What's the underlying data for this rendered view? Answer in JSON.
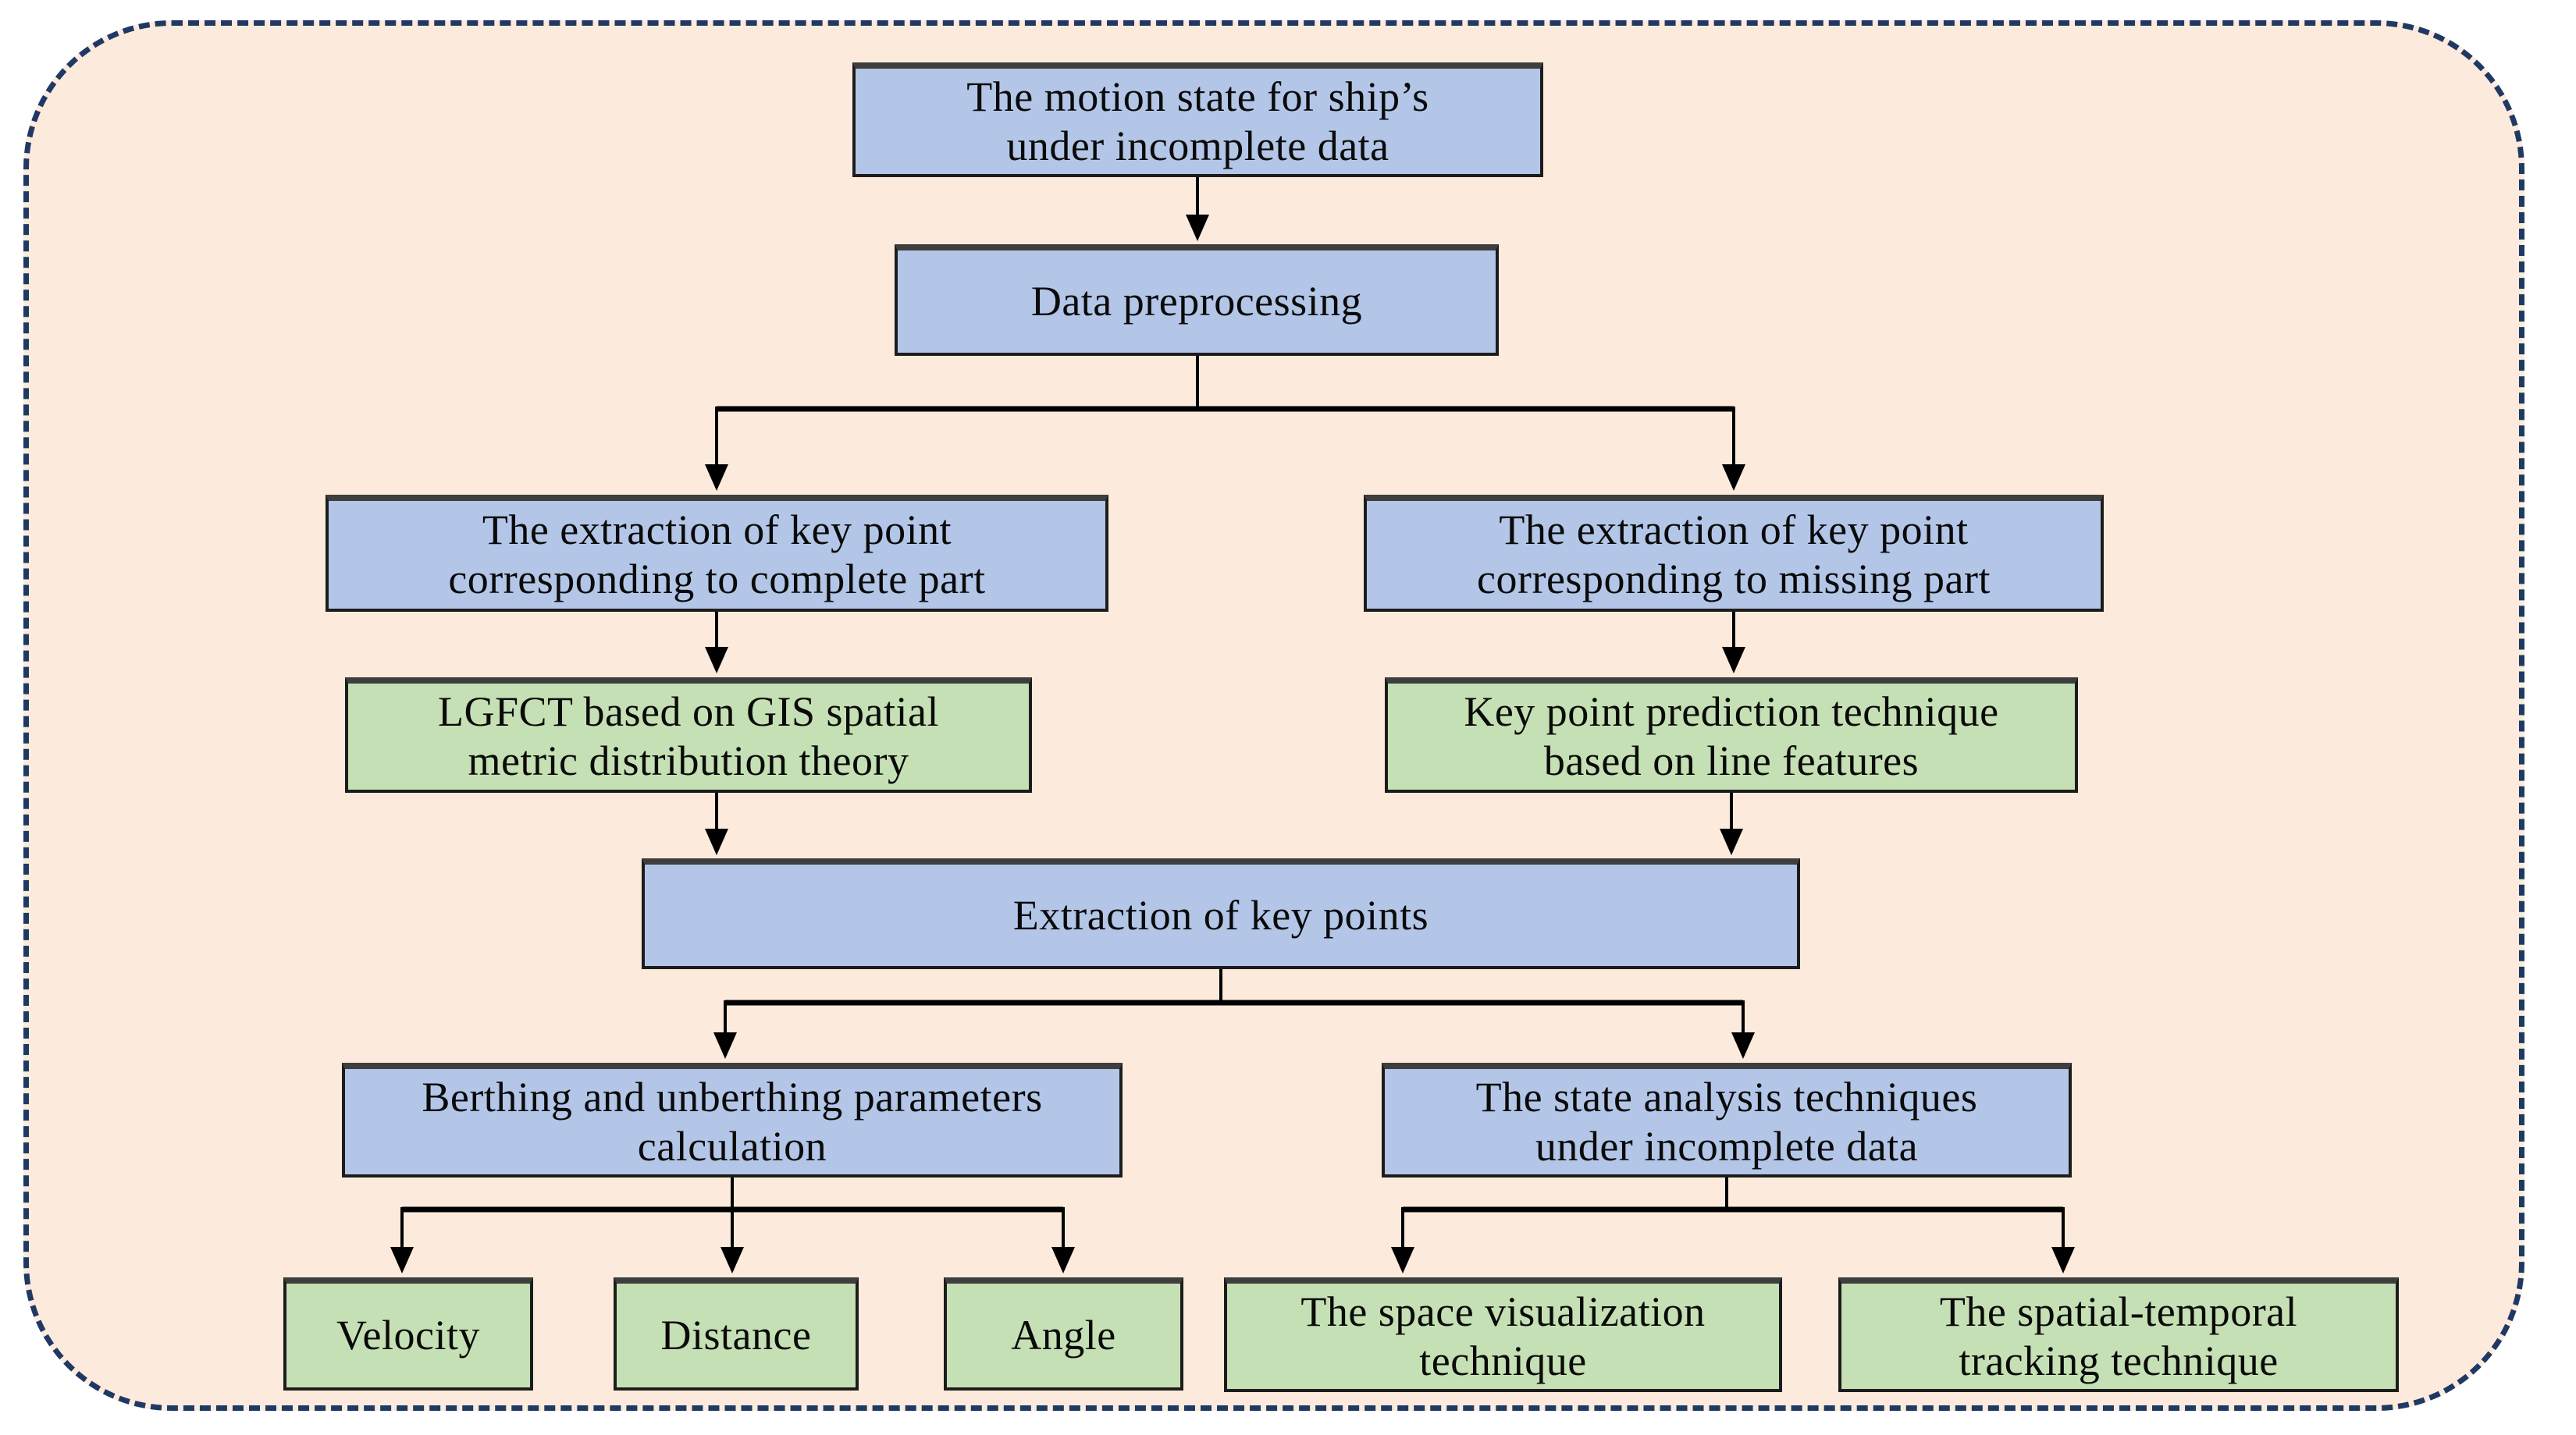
{
  "palette": {
    "box_blue": "#b3c6e7",
    "box_green": "#c5e0b4",
    "canvas_bg": "#fcebdc",
    "outer_border": "#203864",
    "connector": "#000000",
    "box_border": "#1c1c1c",
    "text": "#0a0a0a"
  },
  "nodes": {
    "motion_state": {
      "lines": [
        "The motion state for ship’s",
        "under incomplete data"
      ]
    },
    "data_preprocessing": {
      "lines": [
        "Data preprocessing"
      ]
    },
    "extract_complete": {
      "lines": [
        "The extraction of key point",
        "corresponding to complete part"
      ]
    },
    "extract_missing": {
      "lines": [
        "The extraction of key point",
        "corresponding to missing part"
      ]
    },
    "lgfct": {
      "lines": [
        "LGFCT based on GIS spatial",
        "metric distribution theory"
      ]
    },
    "keypoint_prediction": {
      "lines": [
        "Key point prediction technique",
        "based on line features"
      ]
    },
    "extraction_key_points": {
      "lines": [
        "Extraction of key points"
      ]
    },
    "berthing_params": {
      "lines": [
        "Berthing and unberthing parameters",
        "calculation"
      ]
    },
    "state_analysis": {
      "lines": [
        "The state analysis techniques",
        "under incomplete data"
      ]
    },
    "velocity": {
      "lines": [
        "Velocity"
      ]
    },
    "distance": {
      "lines": [
        "Distance"
      ]
    },
    "angle": {
      "lines": [
        "Angle"
      ]
    },
    "space_visualization": {
      "lines": [
        "The space visualization",
        "technique"
      ]
    },
    "spatial_temporal": {
      "lines": [
        "The spatial-temporal",
        "tracking technique"
      ]
    }
  }
}
